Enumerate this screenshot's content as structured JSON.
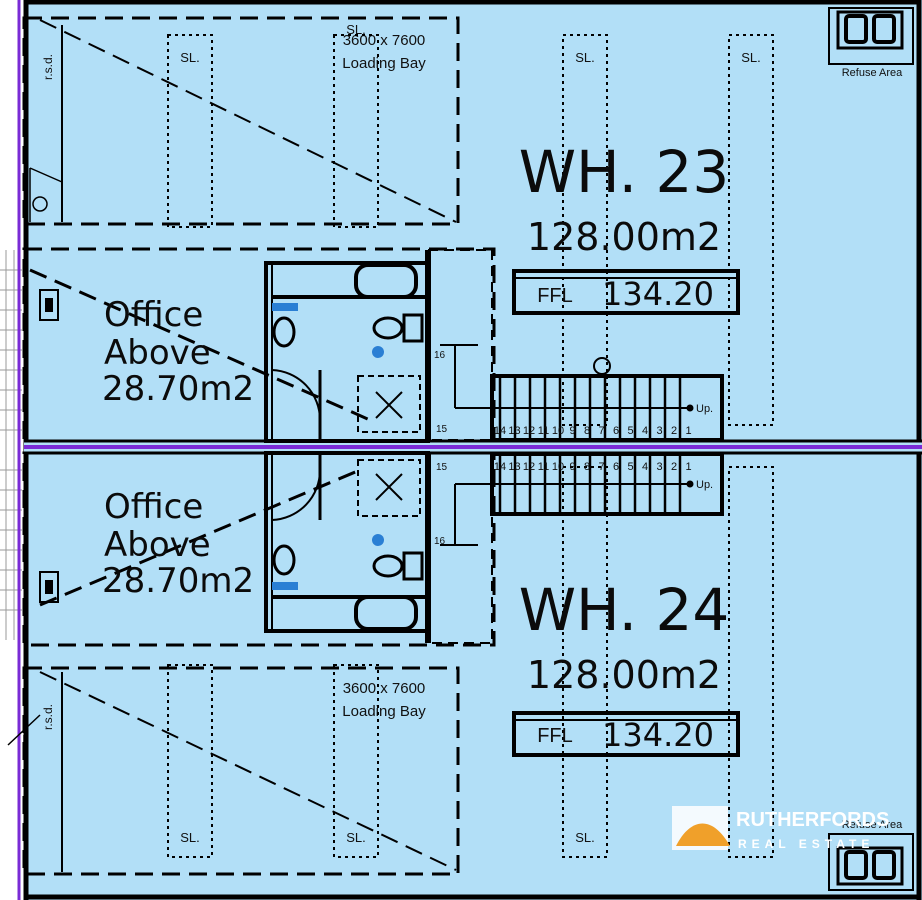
{
  "colors": {
    "floor": "#b2dff7",
    "wall": "#000000",
    "accent_purple": "#7a2bd6",
    "fixture_blue": "#2a7fd4",
    "logo_orange": "#f0a02a"
  },
  "upper_unit": {
    "name": "WH. 23",
    "area": "128.00m2",
    "ffl_label": "FFL",
    "ffl_value": "134.20",
    "loading_bay_dims": "3600 x 7600",
    "loading_bay_label": "Loading Bay",
    "rsd": "r.s.d.",
    "refuse": "Refuse Area",
    "office_line1": "Office",
    "office_line2": "Above",
    "office_area": "28.70m2",
    "stair_up": "Up.",
    "stair_top_num": "16",
    "stair_landing_num": "15"
  },
  "lower_unit": {
    "name": "WH. 24",
    "area": "128.00m2",
    "ffl_label": "FFL",
    "ffl_value": "134.20",
    "loading_bay_dims": "3600 x 7600",
    "loading_bay_label": "Loading Bay",
    "rsd": "r.s.d.",
    "refuse": "Refuse Area",
    "office_line1": "Office",
    "office_line2": "Above",
    "office_area": "28.70m2",
    "stair_up": "Up.",
    "stair_top_num": "16",
    "stair_landing_num": "15"
  },
  "skylight": "SL.",
  "stair_numbers": [
    "14",
    "13",
    "12",
    "11",
    "10",
    "9",
    "8",
    "7",
    "6",
    "5",
    "4",
    "3",
    "2",
    "1"
  ],
  "logo": {
    "name": "RUTHERFORDS",
    "tagline": "REAL ESTATE"
  }
}
